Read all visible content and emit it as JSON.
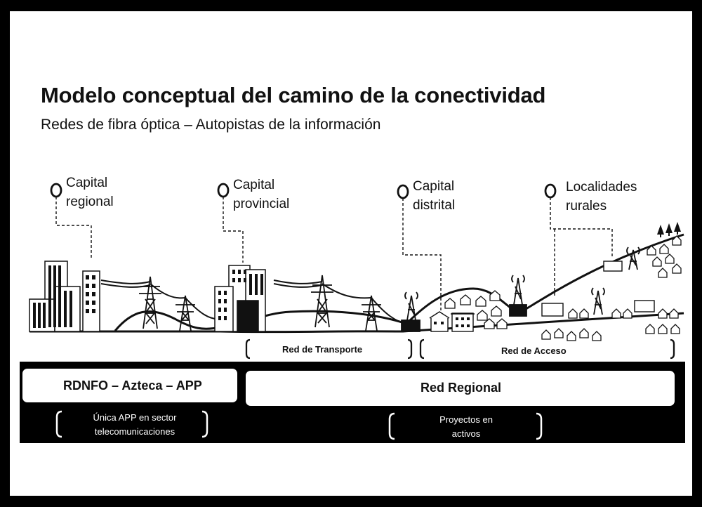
{
  "title": "Modelo conceptual del camino de la conectividad",
  "subtitle": "Redes de fibra óptica – Autopistas de la información",
  "locations": [
    {
      "line1": "Capital",
      "line2": "regional"
    },
    {
      "line1": "Capital",
      "line2": "provincial"
    },
    {
      "line1": "Capital",
      "line2": "distrital"
    },
    {
      "line1": "Localidades",
      "line2": "rurales"
    }
  ],
  "segments": {
    "transporte": "Red de Transporte",
    "acceso": "Red de Acceso"
  },
  "bars": {
    "left": "RDNFO – Azteca – APP",
    "right": "Red Regional"
  },
  "notes": {
    "left": {
      "line1": "Única APP en sector",
      "line2": "telecomunicaciones"
    },
    "right": {
      "line1": "Proyectos en",
      "line2": "activos"
    }
  },
  "colors": {
    "ink": "#111111",
    "band": "#000000",
    "background": "#ffffff"
  },
  "icons": [
    "location-pin-icon",
    "city-building-icon",
    "power-tower-icon",
    "telecom-tower-icon",
    "house-icon",
    "pine-tree-icon",
    "bracket-icon"
  ]
}
